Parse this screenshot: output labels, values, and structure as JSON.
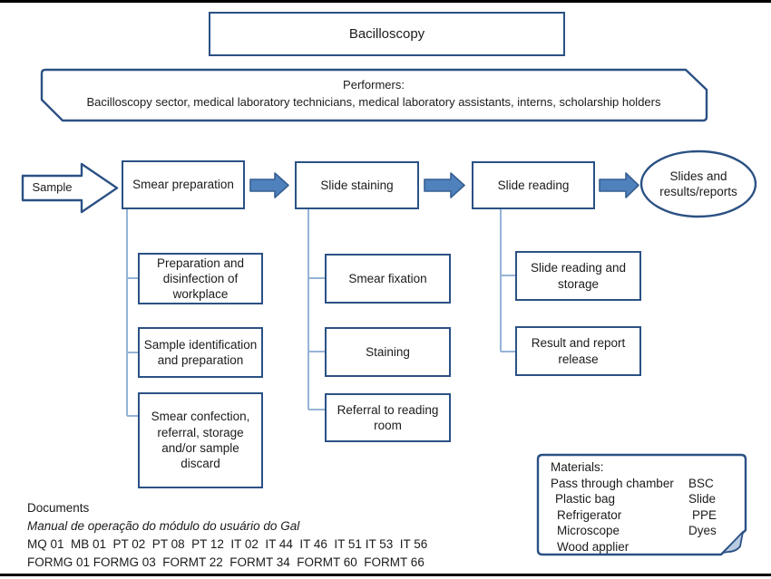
{
  "title": "Bacilloscopy",
  "performers": {
    "label": "Performers:",
    "text": "Bacilloscopy sector, medical laboratory technicians, medical laboratory assistants, interns, scholarship holders"
  },
  "flow": {
    "input": "Sample",
    "stages": [
      {
        "label": "Smear preparation",
        "substeps": [
          "Preparation and disinfection of workplace",
          "Sample identification and preparation",
          "Smear confection, referral, storage and/or sample discard"
        ]
      },
      {
        "label": "Slide staining",
        "substeps": [
          "Smear fixation",
          "Staining",
          "Referral to reading room"
        ]
      },
      {
        "label": "Slide reading",
        "substeps": [
          "Slide reading and storage",
          "Result and report release"
        ]
      }
    ],
    "output": "Slides and results/reports"
  },
  "documents": {
    "heading": "Documents",
    "manual": "Manual de operação do módulo do usuário do Gal",
    "codes_line1": "MQ 01  MB 01  PT 02  PT 08  PT 12  IT 02  IT 44  IT 46  IT 51 IT 53  IT 56",
    "codes_line2": "FORMG 01 FORMG 03  FORMT 22  FORMT 34  FORMT 60  FORMT 66"
  },
  "materials": {
    "heading": "Materials:",
    "rows": [
      {
        "item": "Pass through chamber",
        "abbr": "BSC"
      },
      {
        "item": "Plastic bag",
        "abbr": "Slide"
      },
      {
        "item": "Refrigerator",
        "abbr": "PPE"
      },
      {
        "item": "Microscope",
        "abbr": "Dyes"
      },
      {
        "item": "Wood applier",
        "abbr": ""
      }
    ]
  },
  "colors": {
    "box_border": "#2b5184",
    "arrow_fill": "#4f81bd",
    "arrow_border": "#365f91",
    "connector": "#95b3d7",
    "fold_fill": "#b9cbe2"
  }
}
